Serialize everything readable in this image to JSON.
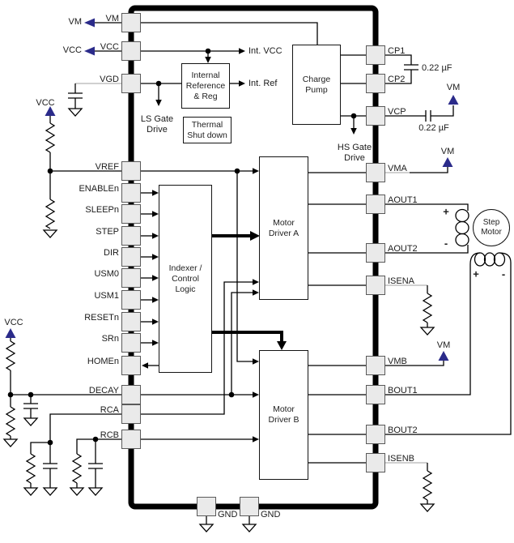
{
  "colors": {
    "accent_navy": "#2b2b8a",
    "pin_fill": "#eaeaea",
    "pin_border": "#5a5a5a",
    "wire": "#000000",
    "wire_gray": "#b5b5b5",
    "text": "#1b1b1b"
  },
  "ic": {
    "left_pins": [
      "VM",
      "VCC",
      "VGD",
      "VREF",
      "ENABLEn",
      "SLEEPn",
      "STEP",
      "DIR",
      "USM0",
      "USM1",
      "RESETn",
      "SRn",
      "HOMEn",
      "DECAY",
      "RCA",
      "RCB"
    ],
    "right_pins": [
      "CP1",
      "CP2",
      "VCP",
      "VMA",
      "AOUT1",
      "AOUT2",
      "ISENA",
      "VMB",
      "BOUT1",
      "BOUT2",
      "ISENB"
    ],
    "bottom_pins": [
      "GND",
      "GND"
    ]
  },
  "blocks": {
    "internal_reference": {
      "lines": [
        "Internal",
        "Reference",
        "& Reg"
      ]
    },
    "thermal_shutdown": {
      "lines": [
        "Thermal",
        "Shut down"
      ]
    },
    "charge_pump": {
      "lines": [
        "Charge",
        "Pump"
      ]
    },
    "indexer": {
      "lines": [
        "Indexer /",
        "Control",
        "Logic"
      ]
    },
    "motor_driver_a": {
      "lines": [
        "Motor",
        "Driver A"
      ]
    },
    "motor_driver_b": {
      "lines": [
        "Motor",
        "Driver B"
      ]
    },
    "step_motor": {
      "lines": [
        "Step",
        "Motor"
      ]
    }
  },
  "annotations": {
    "int_vcc": "Int. VCC",
    "int_ref": "Int. Ref",
    "ls_gate_drive": [
      "LS Gate",
      "Drive"
    ],
    "hs_gate_drive": [
      "HS Gate",
      "Drive"
    ],
    "cp_cap_value": "0.22 µF",
    "vcp_cap_value": "0.22 µF",
    "vm_rail": "VM",
    "vcc_rail": "VCC",
    "winding_a_plus": "+",
    "winding_a_minus": "-",
    "winding_b_plus": "+",
    "winding_b_minus": "-"
  }
}
